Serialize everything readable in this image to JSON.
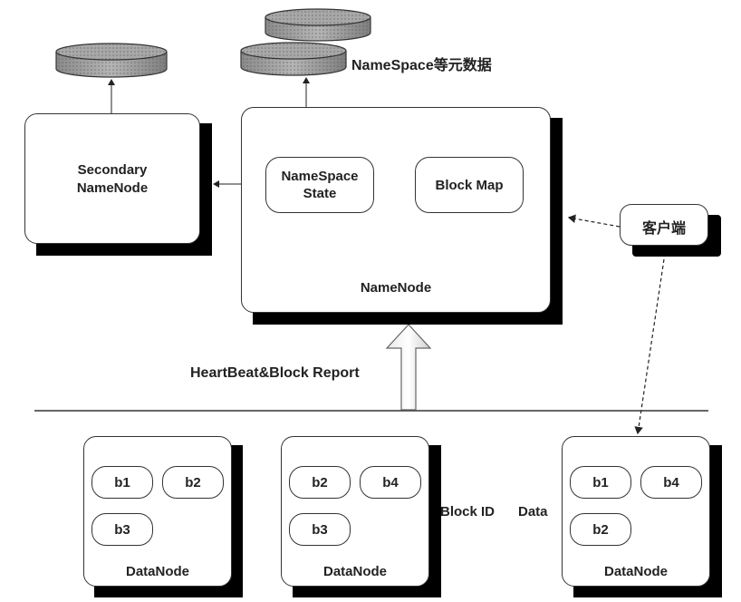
{
  "namenode": {
    "label": "NameNode",
    "namespace_state": "NameSpace\nState",
    "block_map": "Block Map"
  },
  "secondary_namenode": {
    "label": "Secondary\nNameNode"
  },
  "metadata_label": "NameSpace等元数据",
  "client_label": "客户端",
  "heartbeat_label": "HeartBeat&Block Report",
  "block_id_label": "Block ID",
  "data_label": "Data",
  "datanodes": [
    {
      "label": "DataNode",
      "blocks": [
        "b1",
        "b2",
        "b3"
      ]
    },
    {
      "label": "DataNode",
      "blocks": [
        "b2",
        "b4",
        "b3"
      ]
    },
    {
      "label": "DataNode",
      "blocks": [
        "b1",
        "b4",
        "b2"
      ]
    }
  ]
}
